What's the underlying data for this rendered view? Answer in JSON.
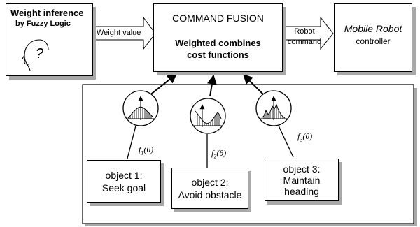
{
  "weight_inference": {
    "title": "Weight inference",
    "subtitle": "by Fuzzy Logic",
    "icon": "thinking-head-icon"
  },
  "weight_value_label": "Weight value",
  "command_fusion": {
    "title": "COMMAND FUSION",
    "body_line1": "Weighted combines",
    "body_line2": "cost functions"
  },
  "robot_command_label": {
    "line1": "Robot",
    "line2": "command"
  },
  "mobile_robot": {
    "title": "Mobile Robot",
    "subtitle": "controller"
  },
  "functions": [
    {
      "label": "f1(θ)",
      "base": "f",
      "sub": "1",
      "arg": "(θ)"
    },
    {
      "label": "f2(θ)",
      "base": "f",
      "sub": "2",
      "arg": "(θ)"
    },
    {
      "label": "f3(θ)",
      "base": "f",
      "sub": "3",
      "arg": "(θ)"
    }
  ],
  "objects": [
    {
      "line1": "object 1:",
      "line2": "Seek goal"
    },
    {
      "line1": "object 2:",
      "line2": "Avoid obstacle"
    },
    {
      "line1": "object 3:",
      "line2": "Maintain",
      "line3": "heading"
    }
  ],
  "colors": {
    "shadow": "#a8a8a8",
    "stroke": "#000000",
    "background": "#ffffff"
  }
}
